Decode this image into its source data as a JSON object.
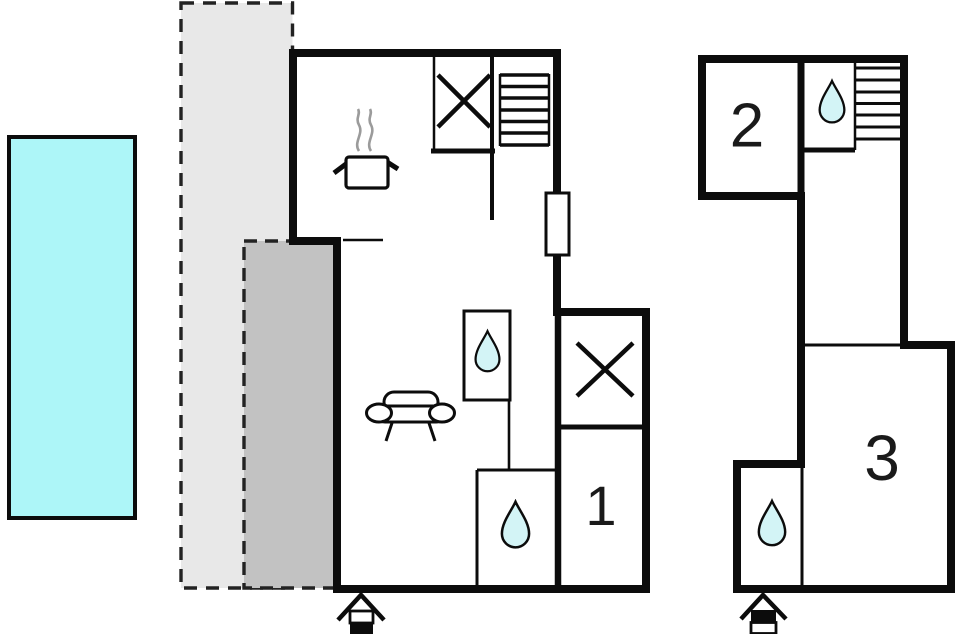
{
  "plan": {
    "type": "holiday-home floor plan",
    "floors": 2
  },
  "colors": {
    "pool_fill": "#adf6f8",
    "water_drop_fill": "#d3f4f6",
    "terrace_light_fill": "#e8e8e8",
    "terrace_dark_fill": "#c2c2c2",
    "wall": "#0c0c0c",
    "steam": "#9b9b9b",
    "label_text": "#1a1a1a",
    "background": "#ffffff"
  },
  "rooms": [
    {
      "label": "1"
    },
    {
      "label": "2"
    },
    {
      "label": "3"
    }
  ],
  "icons": {
    "water_drop": "bathroom",
    "stairs": "staircase",
    "crossed_box": "fixed-furniture",
    "stove": "kitchen-stove",
    "sofa": "living-room-sofa",
    "entrance_arrow": "entrance",
    "door": "door-opening",
    "pool": "swimming-pool",
    "terrace_light": "terrace",
    "terrace_dark": "covered-terrace"
  }
}
